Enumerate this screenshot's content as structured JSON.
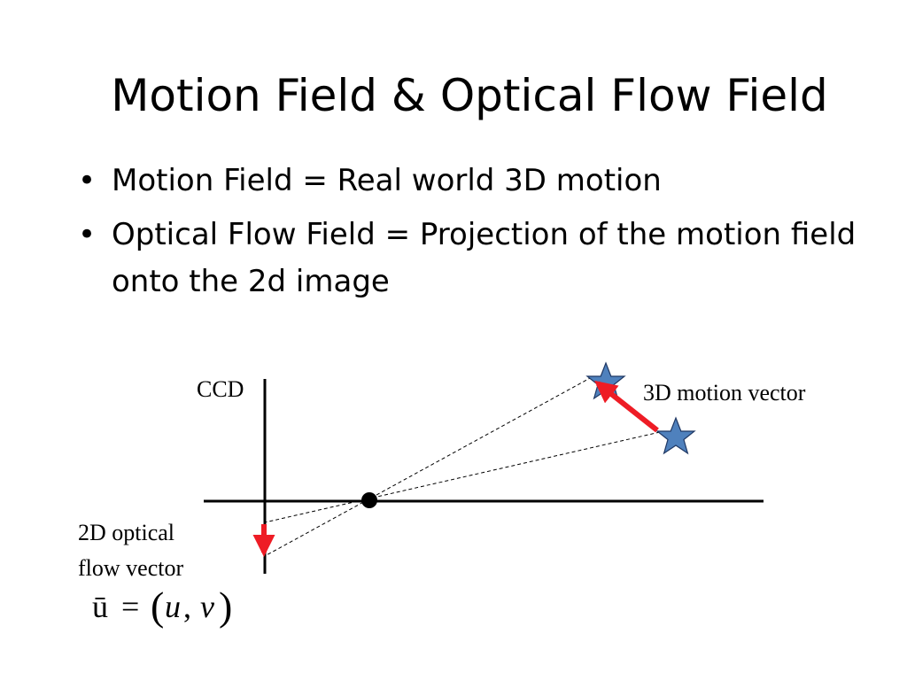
{
  "slide": {
    "title": "Motion Field & Optical Flow Field",
    "bullets": [
      {
        "marker": "•",
        "text": "Motion Field = Real world 3D motion"
      },
      {
        "marker": "•",
        "text": "Optical Flow Field = Projection of the motion field onto the 2d image"
      }
    ]
  },
  "diagram": {
    "ccd_label": "CCD",
    "motion_vector_label": "3D motion vector",
    "flow_label_line1": "2D optical",
    "flow_label_line2": "flow vector",
    "equation": {
      "lhs": "ū",
      "eq": "=",
      "lparen": "(",
      "u": "u",
      "comma": ",",
      "v": "v",
      "rparen": ")"
    },
    "colors": {
      "vector": "#ee1c25",
      "star_fill": "#4f81bd",
      "star_stroke": "#1f3864",
      "axis": "#000000"
    }
  }
}
